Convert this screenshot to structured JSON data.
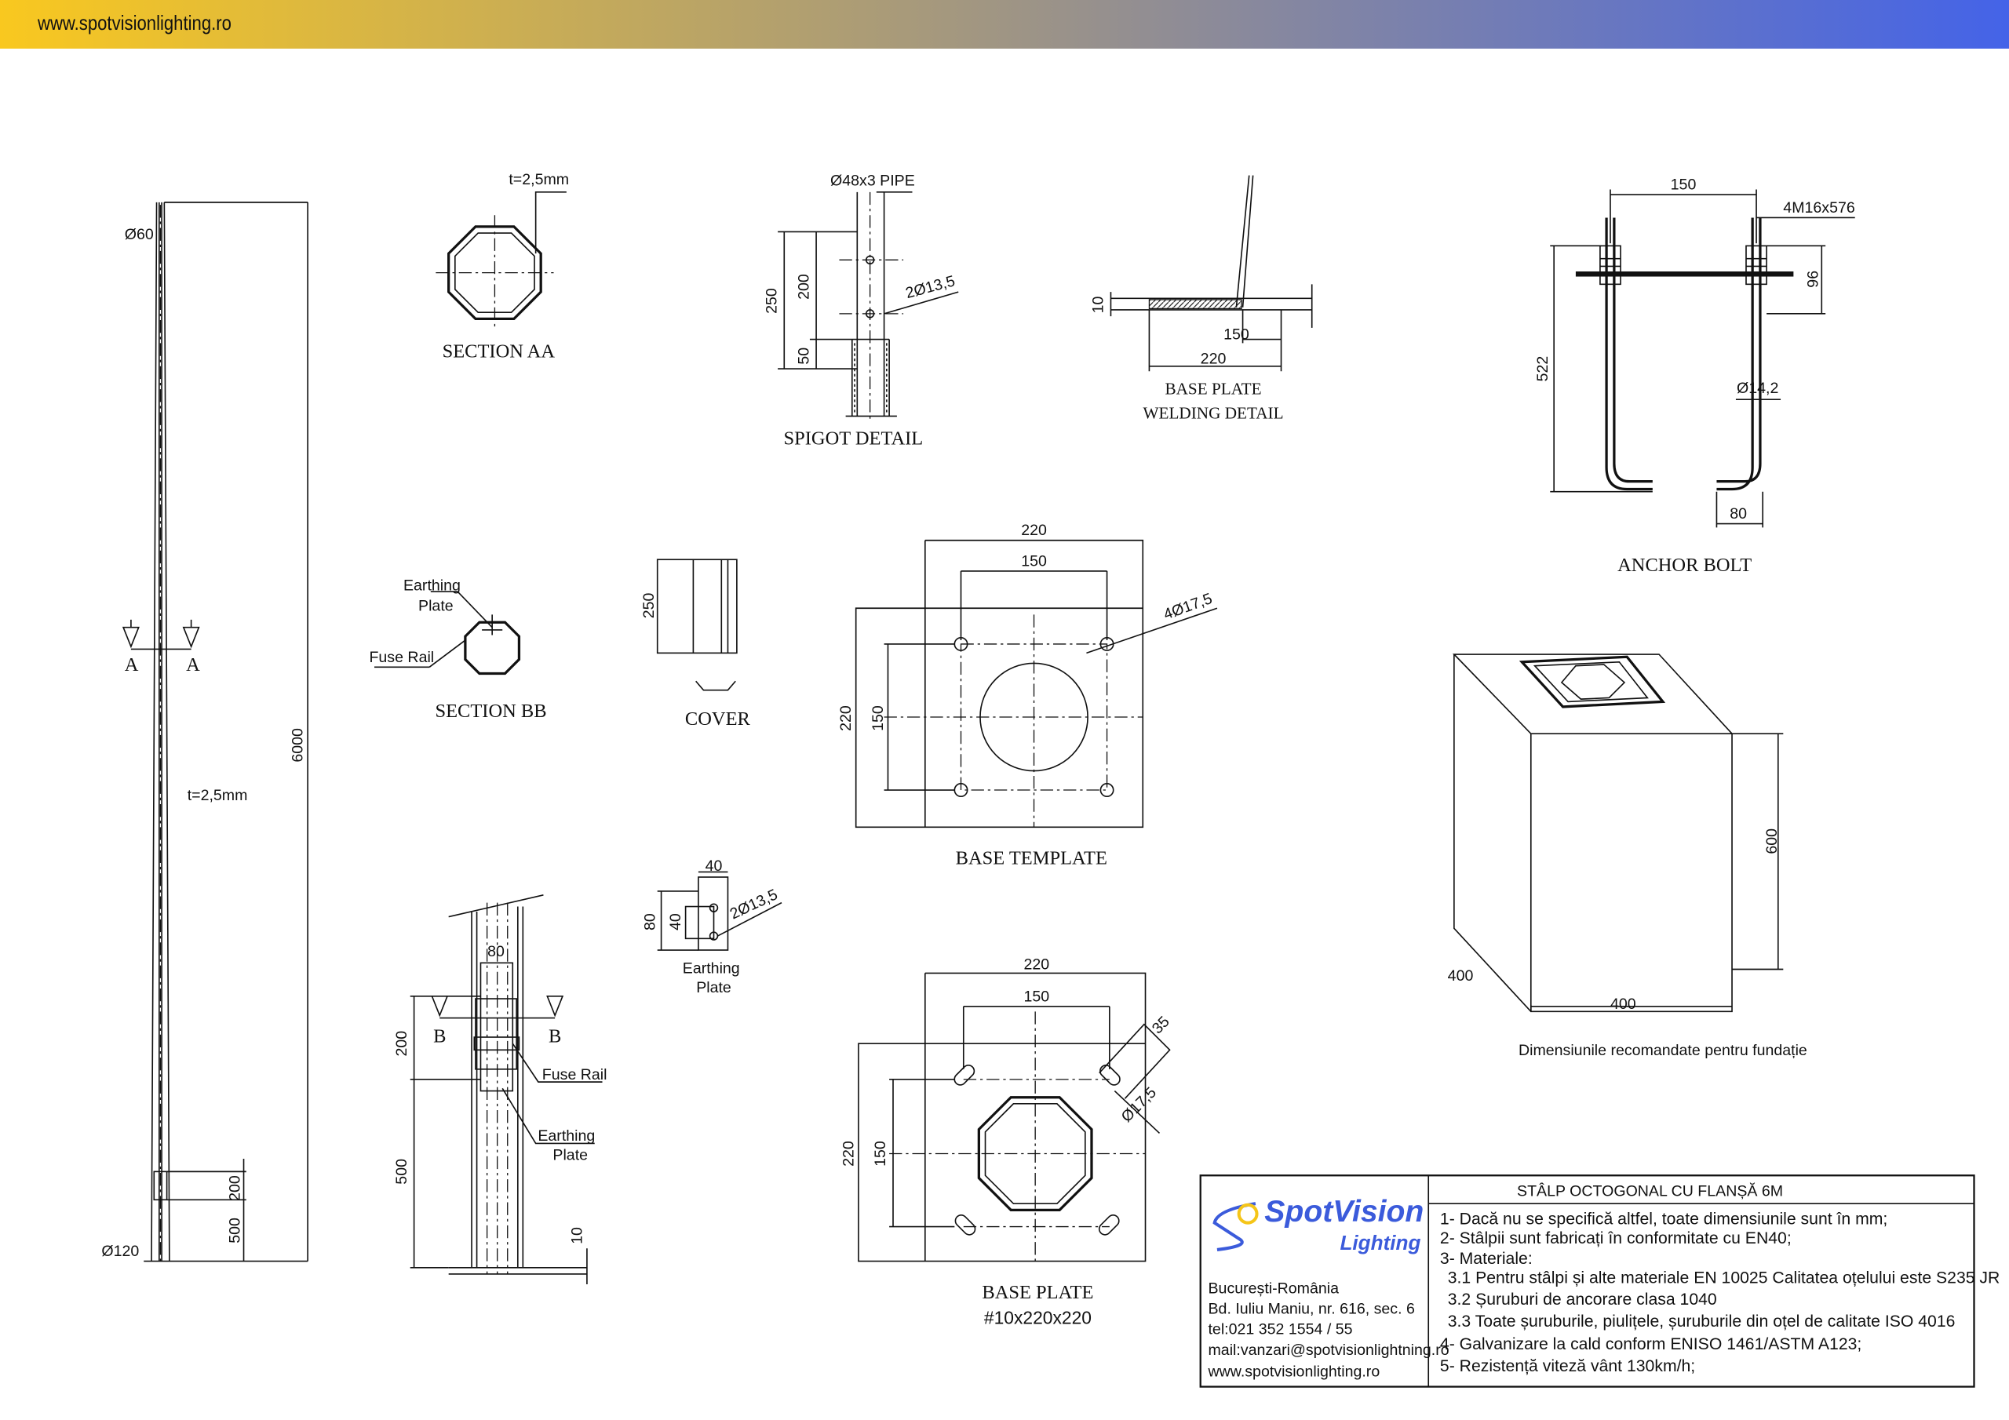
{
  "header": {
    "url": "www.spotvisionlighting.ro"
  },
  "pole": {
    "top_diameter": "Ø60",
    "bottom_diameter": "Ø120",
    "height": "6000",
    "thickness": "t=2,5mm",
    "section_mark_left": "A",
    "section_mark_right": "A",
    "door_dim": "200",
    "door_height": "500"
  },
  "section_aa": {
    "thickness": "t=2,5mm",
    "title": "SECTION AA"
  },
  "spigot": {
    "pipe": "Ø48x3 PIPE",
    "dim_250": "250",
    "dim_200": "200",
    "dim_50": "50",
    "holes": "2Ø13,5",
    "title": "SPIGOT DETAIL"
  },
  "welding": {
    "dim_10": "10",
    "dim_150": "150",
    "dim_220": "220",
    "title_1": "BASE PLATE",
    "title_2": "WELDING DETAIL"
  },
  "anchor": {
    "dim_150": "150",
    "bolt": "4M16x576",
    "dim_96": "96",
    "dim_522": "522",
    "diameter": "Ø14,2",
    "dim_80": "80",
    "title": "ANCHOR BOLT"
  },
  "section_bb": {
    "earthing_1": "Earthing",
    "earthing_2": "Plate",
    "fuse": "Fuse Rail",
    "title": "SECTION BB"
  },
  "cover": {
    "dim_250": "250",
    "title": "COVER"
  },
  "base_template": {
    "dim_220_top": "220",
    "dim_150_top": "150",
    "holes": "4Ø17,5",
    "dim_220_left": "220",
    "dim_150_left": "150",
    "title": "BASE TEMPLATE"
  },
  "earthing_plate": {
    "dim_40_top": "40",
    "dim_80": "80",
    "dim_40_left": "40",
    "holes": "2Ø13,5",
    "label_1": "Earthing",
    "label_2": "Plate"
  },
  "door_detail": {
    "dim_80": "80",
    "mark_left": "B",
    "mark_right": "B",
    "dim_200": "200",
    "dim_500": "500",
    "fuse": "Fuse Rail",
    "earthing_1": "Earthing",
    "earthing_2": "Plate",
    "dim_10": "10"
  },
  "base_plate": {
    "dim_220_top": "220",
    "dim_150_top": "150",
    "dim_35": "35",
    "diameter": "Ø17,5",
    "dim_220_left": "220",
    "dim_150_left": "150",
    "title": "BASE PLATE",
    "spec": "#10x220x220"
  },
  "foundation": {
    "height": "600",
    "depth": "400",
    "width": "400",
    "caption": "Dimensiunile recomandate pentru fundație"
  },
  "title_block": {
    "logo_1": "SpotVision",
    "logo_2": "Lighting",
    "address": [
      "București-România",
      "Bd. Iuliu Maniu, nr. 616, sec. 6",
      "tel:021 352 1554 / 55",
      "mail:vanzari@spotvisionlightning.ro",
      "www.spotvisionlighting.ro"
    ],
    "title": "STÂLP OCTOGONAL CU FLANȘĂ 6M",
    "notes": [
      "1- Dacă nu se specifică altfel, toate dimensiunile sunt în mm;",
      "2- Stâlpii sunt fabricați în conformitate cu EN40;",
      "3- Materiale:",
      "3.1 Pentru stâlpi și alte materiale EN 10025 Calitatea oțelului este S235 JR",
      "3.2 Șuruburi de ancorare clasa 1040",
      "3.3 Toate șuruburile, piulițele, șuruburile din oțel de calitate ISO 4016",
      "4- Galvanizare la cald conform ENISO 1461/ASTM A123;",
      "5- Rezistență viteză vânt 130km/h;"
    ],
    "colors": {
      "logo_blue": "#3b5bdb",
      "logo_yellow": "#f5c518"
    }
  }
}
